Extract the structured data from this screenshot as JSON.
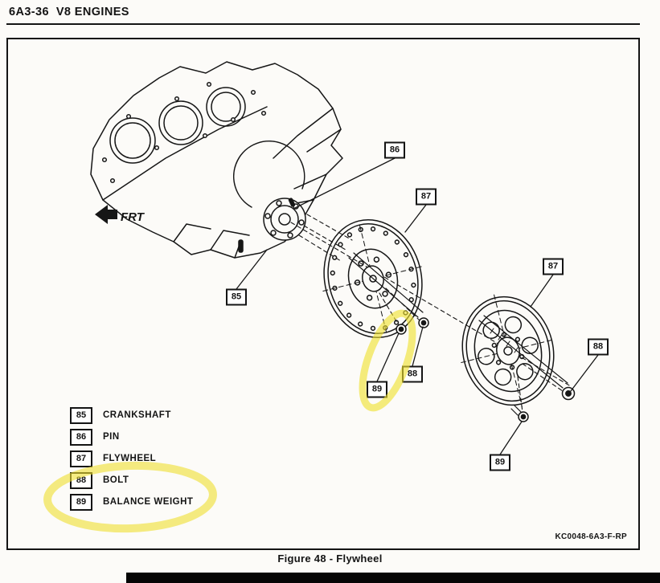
{
  "header": {
    "title": "6A3-36  V8 ENGINES"
  },
  "figure": {
    "caption": "Figure 48 - Flywheel",
    "part_code": "KC0048-6A3-F-RP",
    "frt_label": "FRT"
  },
  "callouts": [
    "86",
    "87",
    "85",
    "88",
    "89",
    "87",
    "88",
    "89"
  ],
  "legend": [
    {
      "num": "85",
      "label": "CRANKSHAFT"
    },
    {
      "num": "86",
      "label": "PIN"
    },
    {
      "num": "87",
      "label": "FLYWHEEL"
    },
    {
      "num": "88",
      "label": "BOLT"
    },
    {
      "num": "89",
      "label": "BALANCE WEIGHT"
    }
  ],
  "colors": {
    "highlight_marker": "#EFE02F",
    "ink": "#141414"
  }
}
